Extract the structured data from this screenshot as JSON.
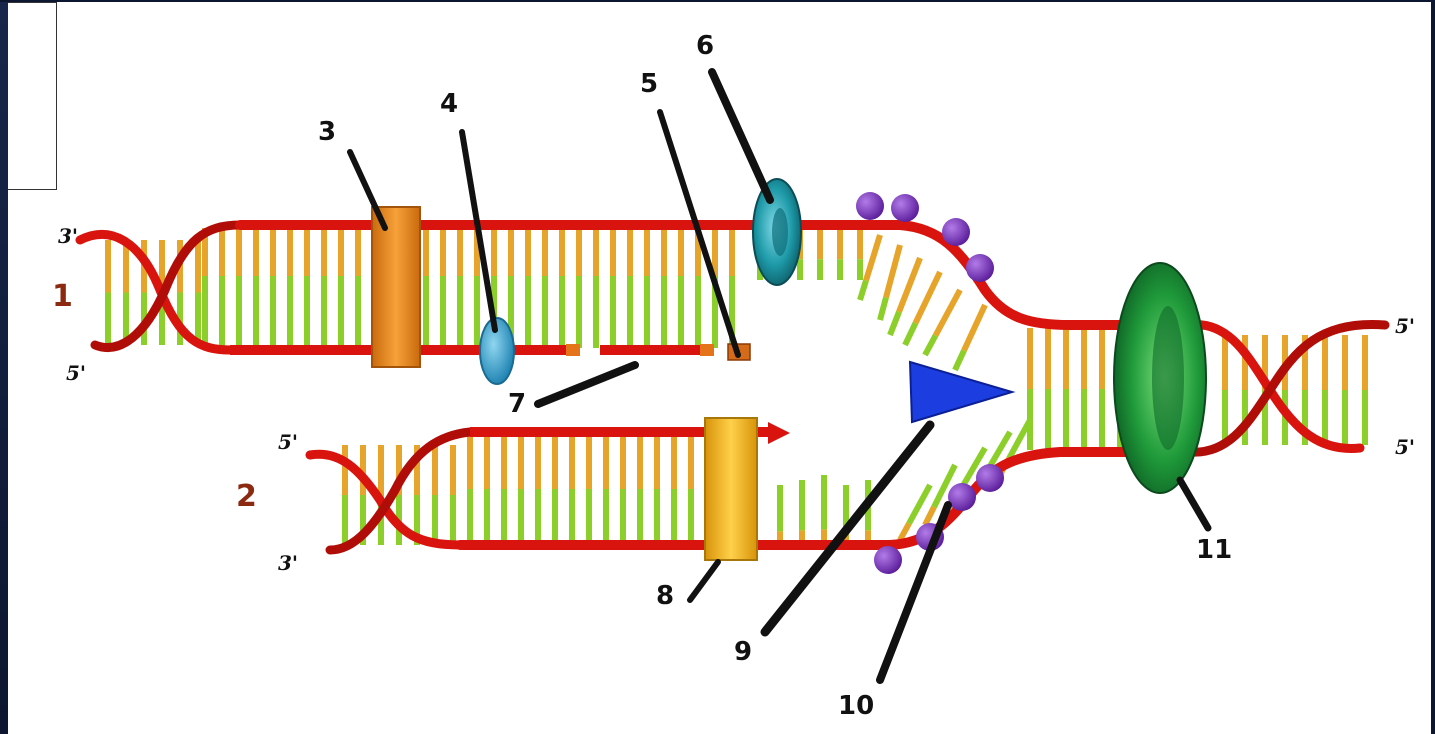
{
  "diagram": {
    "strand_labels": [
      "1",
      "2"
    ],
    "end_labels": {
      "strand1_top_left": "3'",
      "strand1_bottom_left": "5'",
      "strand2_top_left": "5'",
      "strand2_bottom_left": "3'",
      "right_top": "5'",
      "right_bottom": "5'"
    },
    "callouts": [
      "3",
      "4",
      "5",
      "6",
      "7",
      "8",
      "9",
      "10",
      "11"
    ]
  },
  "colors": {
    "backbone": "#d9140e",
    "backbone_dark": "#8a0a05",
    "base_green": "#8ccf2a",
    "base_orange": "#e6a52a",
    "component_3": "#f08a1c",
    "component_4": "#3aa0c8",
    "component_6": "#1e9aa8",
    "component_8": "#f4b41a",
    "component_9": "#1c3ee0",
    "component_10": "#7a2fc0",
    "component_11": "#1f9a3a"
  }
}
